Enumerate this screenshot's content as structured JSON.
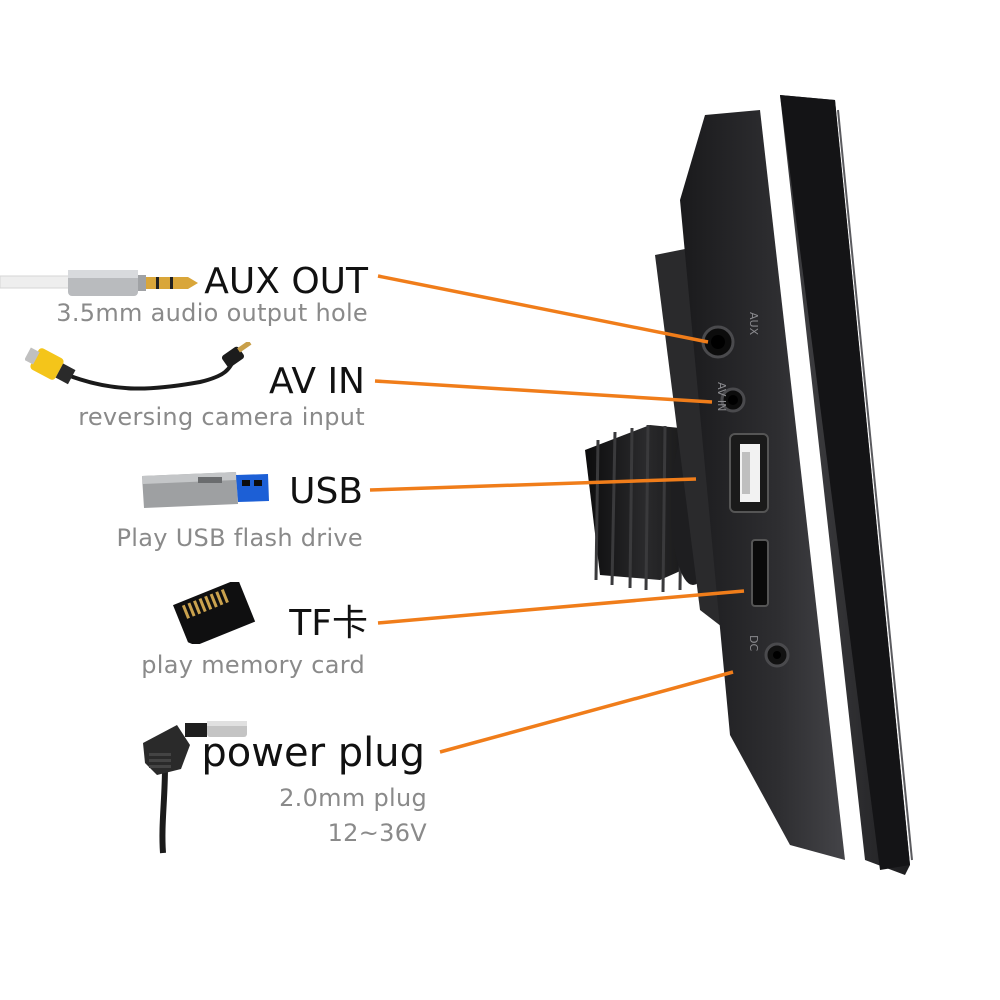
{
  "accent_color": "#f07d1a",
  "ports": [
    {
      "icon": "aux-cable-icon",
      "title": "AUX OUT",
      "subtitle": [
        "3.5mm audio output hole"
      ]
    },
    {
      "icon": "av-cable-icon",
      "title": "AV IN",
      "subtitle": [
        "reversing camera input"
      ]
    },
    {
      "icon": "usb-drive-icon",
      "title": "USB",
      "subtitle": [
        "Play USB flash drive"
      ]
    },
    {
      "icon": "memory-card-icon",
      "title": "TF卡",
      "subtitle": [
        "play memory card"
      ]
    },
    {
      "icon": "power-plug-icon",
      "title": "power plug",
      "subtitle": [
        "2.0mm plug",
        "12~36V"
      ]
    }
  ],
  "device": {
    "port_markings": [
      "AUX",
      "AV IN",
      "DC"
    ]
  }
}
